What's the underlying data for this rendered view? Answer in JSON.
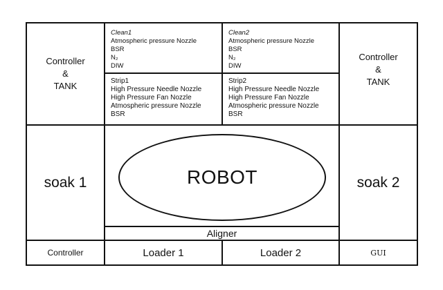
{
  "controller_tank_left": {
    "line1": "Controller",
    "line2": "&",
    "line3": "TANK"
  },
  "controller_tank_right": {
    "line1": "Controller",
    "line2": "&",
    "line3": "TANK"
  },
  "clean1": {
    "title": "Clean1",
    "items": [
      "Atmospheric pressure Nozzle",
      "BSR",
      "N₂",
      "DIW"
    ]
  },
  "clean2": {
    "title": "Clean2",
    "items": [
      "Atmospheric pressure Nozzle",
      "BSR",
      "N₂",
      "DIW"
    ]
  },
  "strip1": {
    "title": "Strip1",
    "items": [
      "High Pressure Needle Nozzle",
      "High Pressure Fan Nozzle",
      "Atmospheric pressure Nozzle",
      "BSR"
    ]
  },
  "strip2": {
    "title": "Strip2",
    "items": [
      "High Pressure Needle Nozzle",
      "High Pressure Fan Nozzle",
      "Atmospheric pressure Nozzle",
      "BSR"
    ]
  },
  "soak1": "soak 1",
  "soak2": "soak 2",
  "robot": "ROBOT",
  "aligner": "Aligner",
  "bottom": {
    "controller": "Controller",
    "loader1": "Loader 1",
    "loader2": "Loader 2",
    "gui": "GUI"
  }
}
